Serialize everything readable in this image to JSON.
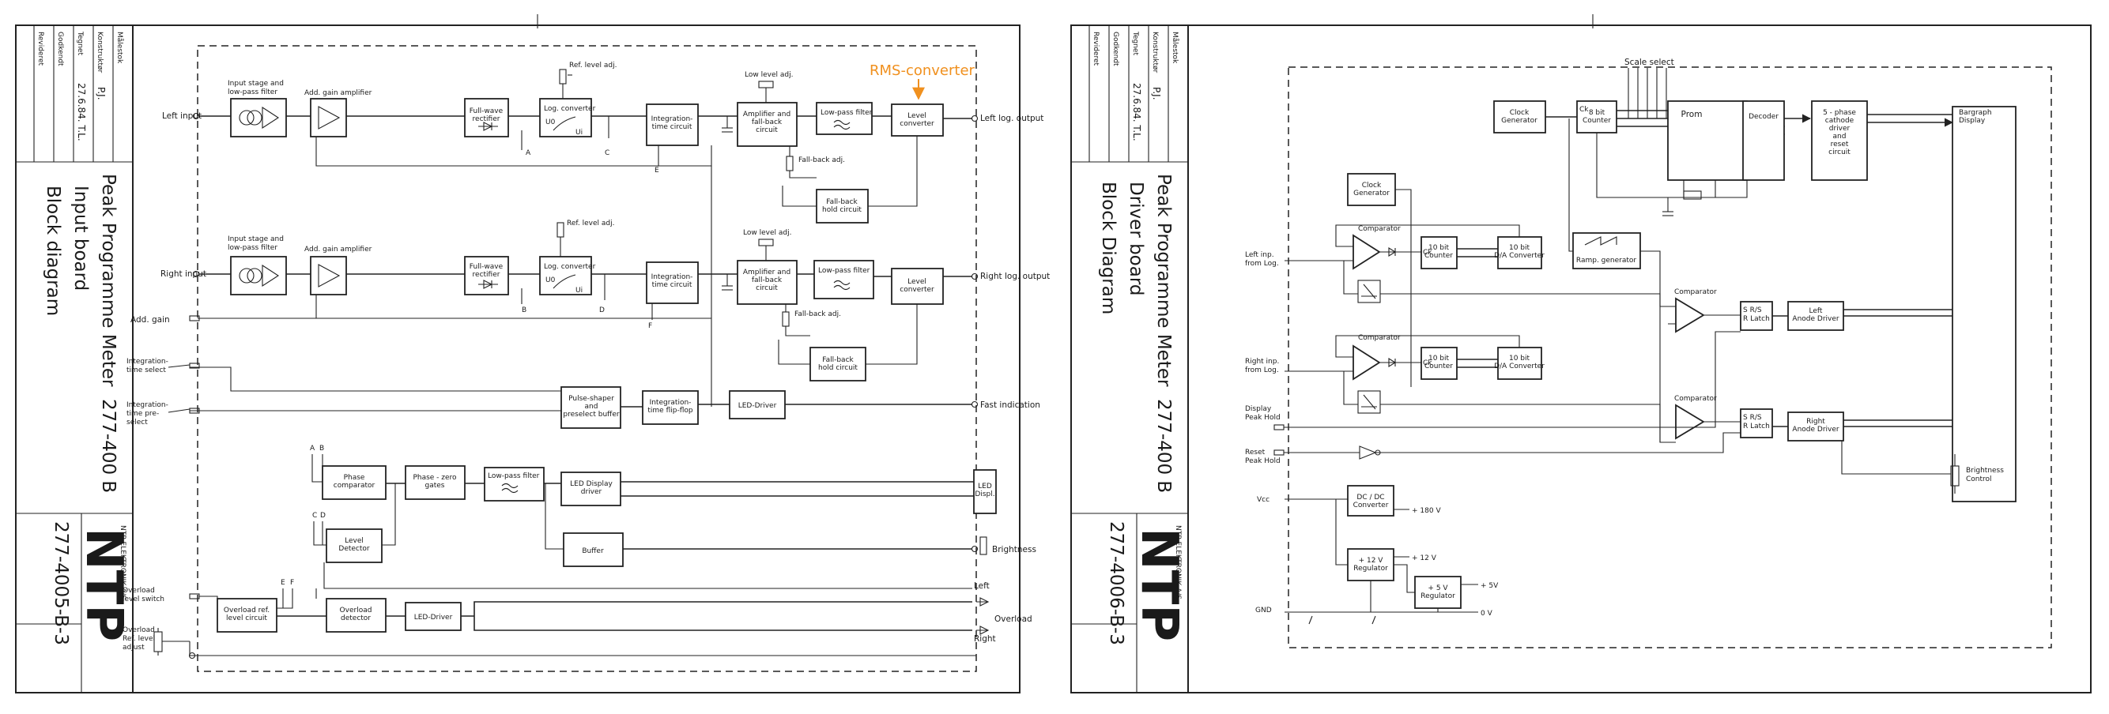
{
  "sheet1": {
    "title_block": {
      "fields": [
        "Målestok",
        "Konstruktør",
        "Tegnet",
        "Godkendt",
        "Revideret"
      ],
      "konstruktor": "P.J.",
      "tegnet": "27.6.84. T.L.",
      "title": "Peak Programme Meter",
      "subtitle": "Input board",
      "subtitle2": "Block diagram",
      "number": "277-400 B",
      "company": "NTP",
      "company_sub": "NTP ELEKTRONIK A/S",
      "drawing_no": "277-4005-B-3"
    },
    "annotation": "RMS-converter",
    "inputs": {
      "left": "Left input",
      "right": "Right input",
      "add_gain": "Add. gain",
      "int_select": [
        "Integration-",
        "time select"
      ],
      "int_preselect": [
        "Integration-",
        "time pre-",
        "select"
      ],
      "ovl_switch": [
        "Overload",
        "level switch"
      ],
      "ovl_ref": [
        "Overload",
        "Ref. level",
        "adjust"
      ]
    },
    "outputs": {
      "left_log": "Left log. output",
      "right_log": "Right log. output",
      "fast": "Fast indication",
      "brightness": "Brightness",
      "left": "Left",
      "overload": "Overload",
      "right": "Right"
    },
    "labels": {
      "input_stage": [
        "Input stage and",
        "low-pass filter"
      ],
      "add_gain_amp": "Add. gain amplifier",
      "full_wave": [
        "Full-wave",
        "rectifier"
      ],
      "ref_level": "Ref. level adj.",
      "log_conv": "Log. converter",
      "u0": "U0",
      "ui": "Ui",
      "integration": [
        "Integration-",
        "time circuit"
      ],
      "low_level": "Low level adj.",
      "amp_fallback": [
        "Amplifier and",
        "fall-back",
        "circuit"
      ],
      "low_pass": "Low-pass filter",
      "level_conv": [
        "Level",
        "converter"
      ],
      "fall_back_adj": "Fall-back adj.",
      "fall_back_hold": [
        "Fall-back",
        "hold circuit"
      ],
      "pulse_shaper": [
        "Pulse-shaper",
        "and",
        "preselect buffer"
      ],
      "int_flipflop": [
        "Integration-",
        "time flip-flop"
      ],
      "led_driver": "LED-Driver",
      "phase_comp": [
        "Phase",
        "comparator"
      ],
      "phase_zero": [
        "Phase - zero",
        "gates"
      ],
      "led_disp_drv": [
        "LED Display",
        "driver"
      ],
      "led_displ": [
        "LED",
        "Displ."
      ],
      "level_det": [
        "Level",
        "Detector"
      ],
      "buffer": "Buffer",
      "ovl_ref_circ": [
        "Overload ref.",
        "level circuit"
      ],
      "ovl_det": [
        "Overload",
        "detector"
      ],
      "nodes": [
        "A",
        "B",
        "C",
        "D",
        "E",
        "F"
      ]
    }
  },
  "sheet2": {
    "title_block": {
      "fields": [
        "Målestok",
        "Konstruktør",
        "Tegnet",
        "Godkendt",
        "Revideret"
      ],
      "konstruktor": "P.J.",
      "tegnet": "27.6.84. T.L.",
      "title": "Peak Programme Meter",
      "subtitle": "Driver board",
      "subtitle2": "Block Diagram",
      "number": "277-400 B",
      "company": "NTP",
      "company_sub": "NTP ELEKTRONIK A/S",
      "drawing_no": "277-4006-B-3"
    },
    "labels": {
      "scale_select": "Scale select",
      "clock_gen": [
        "Clock",
        "Generator"
      ],
      "counter8": [
        "8 bit",
        "Counter"
      ],
      "prom": "Prom",
      "decoder": "Decoder",
      "five_phase": [
        "5 - phase",
        "cathode",
        "driver",
        "and",
        "reset",
        "circuit"
      ],
      "bargraph": [
        "Bargraph",
        "Display"
      ],
      "comparator": "Comparator",
      "counter10": [
        "10 bit",
        "Counter"
      ],
      "da10": [
        "10 bit",
        "D/A Converter"
      ],
      "ramp_gen": "Ramp. generator",
      "rs_latch": [
        "S  R/S",
        "R  Latch"
      ],
      "left_anode": [
        "Left",
        "Anode Driver"
      ],
      "right_anode": [
        "Right",
        "Anode Driver"
      ],
      "dcdc": [
        "DC / DC",
        "Converter"
      ],
      "reg12": [
        "+ 12 V",
        "Regulator"
      ],
      "reg5": [
        "+ 5 V",
        "Regulator"
      ],
      "v180": "+ 180 V",
      "v12": "+ 12 V",
      "v5": "+ 5V",
      "v0": "0 V",
      "brightness_ctrl": [
        "Brightness",
        "Control"
      ],
      "left_inp": [
        "Left inp.",
        "from Log."
      ],
      "right_inp": [
        "Right inp.",
        "from Log."
      ],
      "disp_hold": [
        "Display",
        "Peak Hold"
      ],
      "reset_hold": [
        "Reset",
        "Peak Hold"
      ],
      "vcc": "Vcc",
      "gnd": "GND",
      "ck": "Ck"
    }
  }
}
